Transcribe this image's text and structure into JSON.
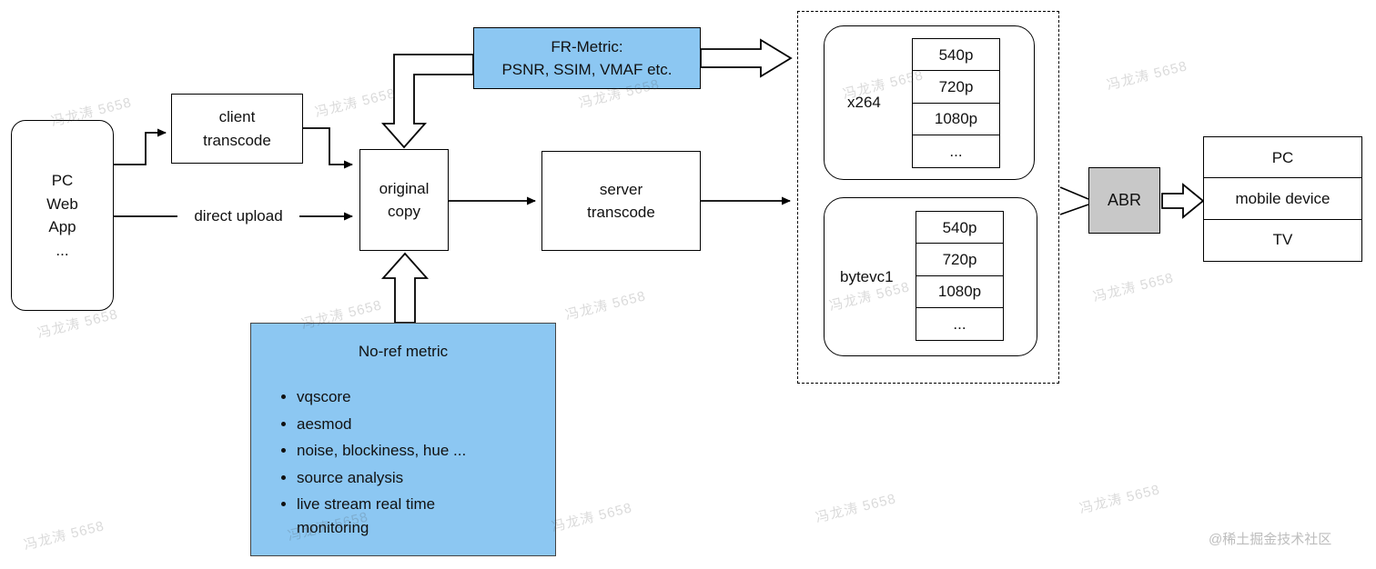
{
  "watermark": "冯龙涛 5658",
  "credit": "@稀土掘金技术社区",
  "colors": {
    "blue": "#8cc7f2",
    "gray": "#c8c8c8"
  },
  "nodes": {
    "source": "PC\nWeb\nApp\n...",
    "client_transcode": "client\ntranscode",
    "direct_upload": "direct upload",
    "original_copy": "original\ncopy",
    "fr_metric": "FR-Metric:\nPSNR, SSIM, VMAF etc.",
    "server_transcode": "server\ntranscode",
    "abr": "ABR"
  },
  "encoders": [
    {
      "name": "x264",
      "resolutions": [
        "540p",
        "720p",
        "1080p",
        "..."
      ]
    },
    {
      "name": "bytevc1",
      "resolutions": [
        "540p",
        "720p",
        "1080p",
        "..."
      ]
    }
  ],
  "devices": [
    "PC",
    "mobile device",
    "TV"
  ],
  "noref": {
    "title": "No-ref metric",
    "items": [
      "vqscore",
      "aesmod",
      "noise, blockiness, hue ...",
      "source analysis",
      "live stream real time\nmonitoring"
    ]
  }
}
